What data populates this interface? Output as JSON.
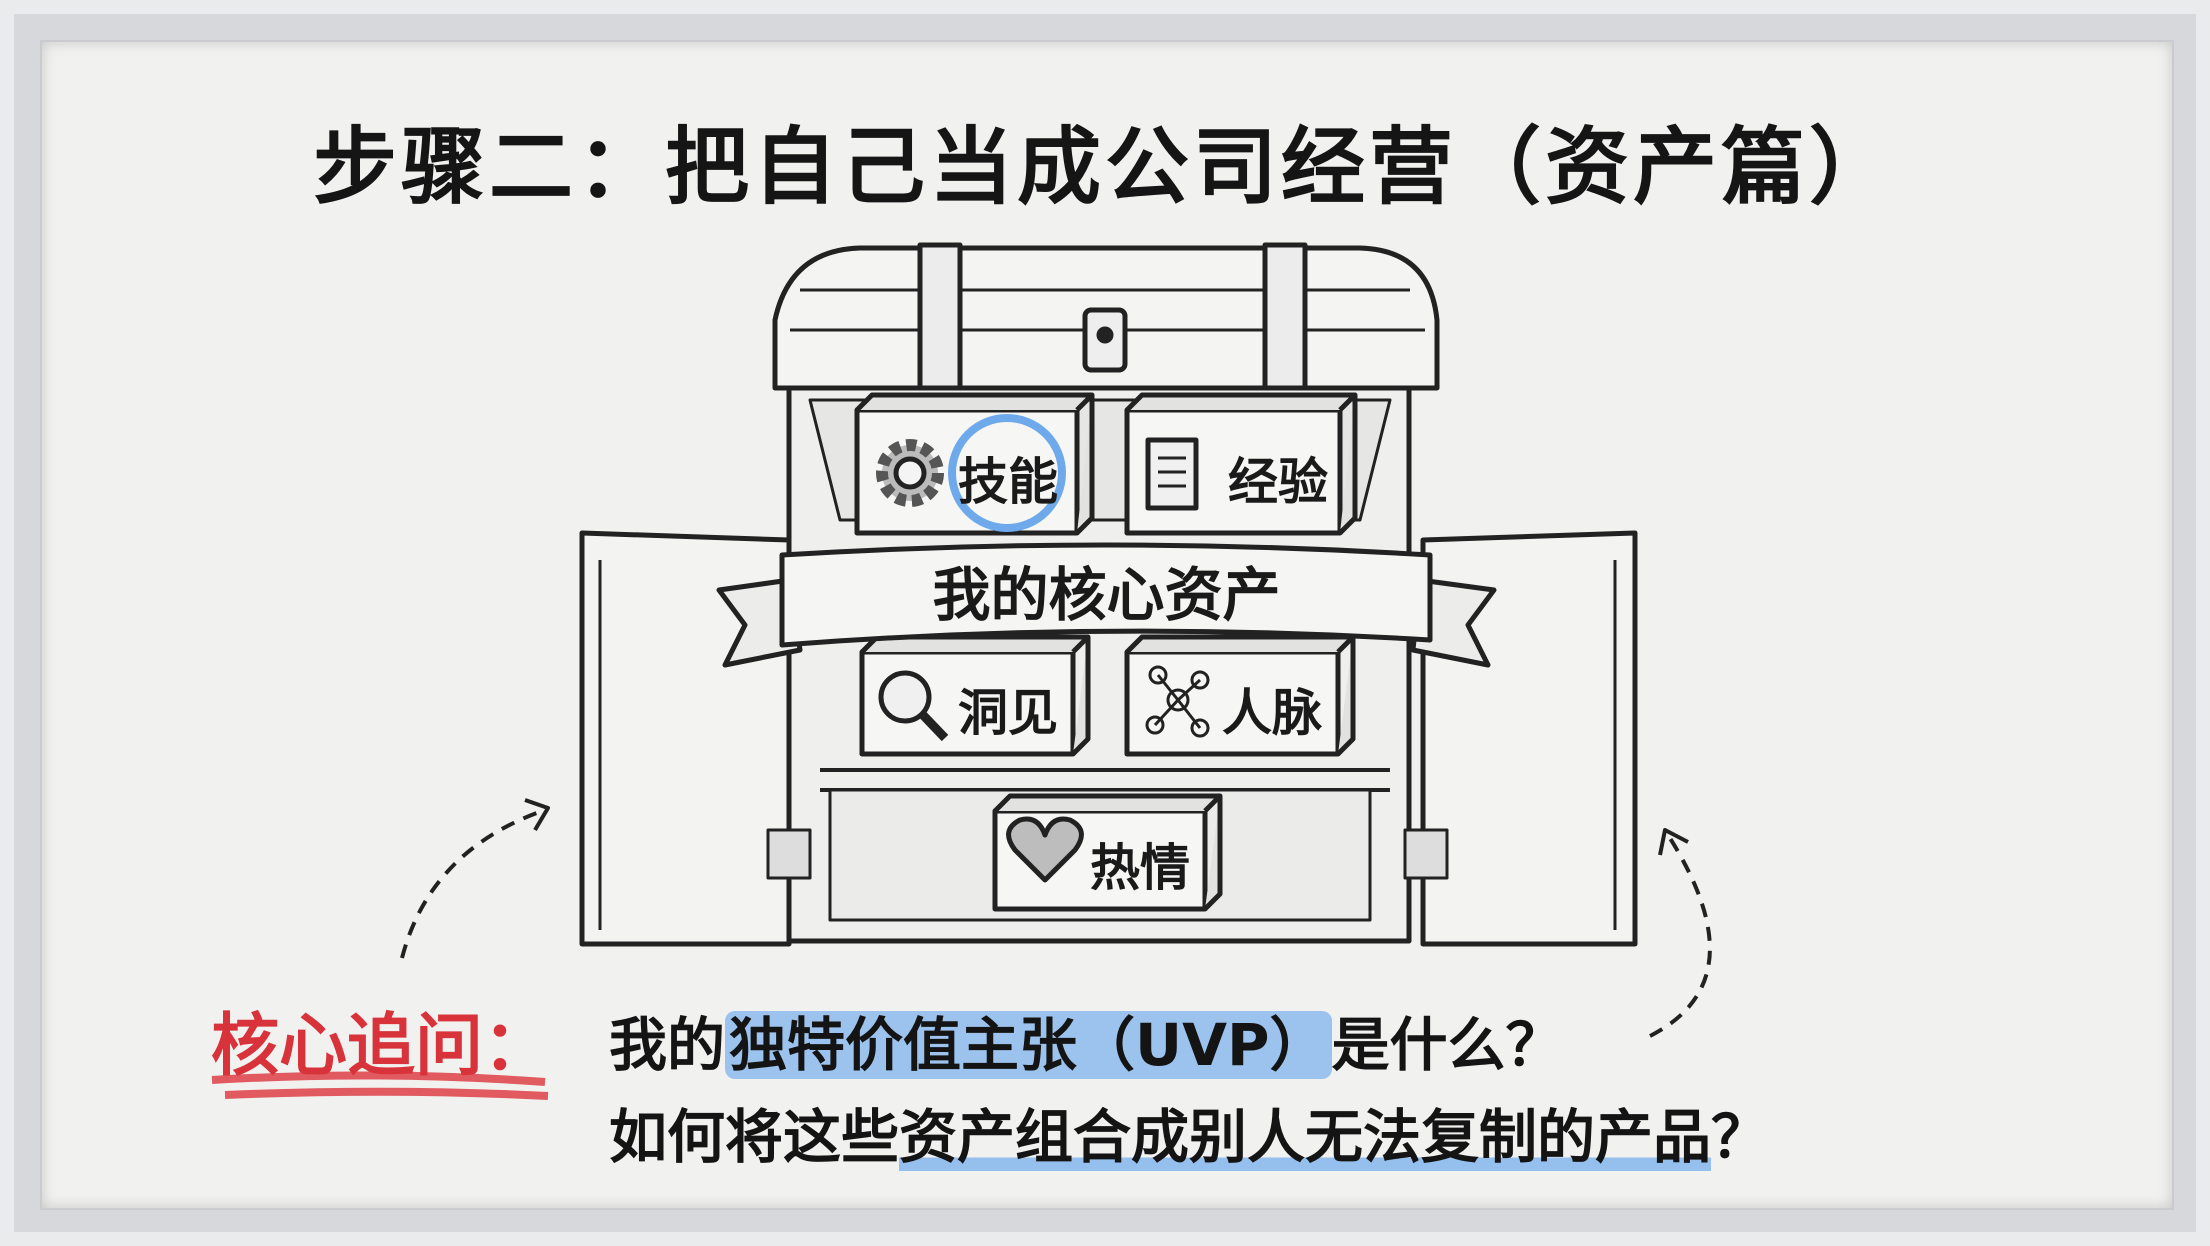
{
  "title": "步骤二：把自己当成公司经营（资产篇）",
  "chest": {
    "banner": "我的核心资产",
    "boxes": [
      {
        "label": "技能",
        "icon": "gear-icon"
      },
      {
        "label": "经验",
        "icon": "scroll-icon"
      },
      {
        "label": "洞见",
        "icon": "magnifier-icon"
      },
      {
        "label": "人脉",
        "icon": "network-icon"
      },
      {
        "label": "热情",
        "icon": "heart-icon"
      }
    ]
  },
  "question": {
    "heading": "核心追问：",
    "line1_pre": "我的",
    "line1_highlight": "独特价值主张（UVP）",
    "line1_post": "是什么？",
    "line2_pre": "如何将这些",
    "line2_underline": "资产组合成别人无法复制的产品",
    "line2_post": "？"
  },
  "colors": {
    "accent_red": "#d8333a",
    "highlight_blue": "#6eaaeb",
    "ink": "#151515"
  }
}
